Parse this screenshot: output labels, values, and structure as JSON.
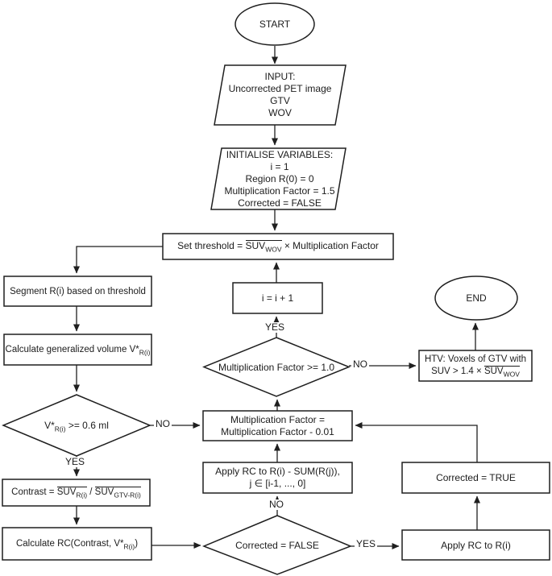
{
  "colors": {
    "stroke": "#1f1f1f",
    "background": "#ffffff",
    "text": "#1c1c1c"
  },
  "nodes": {
    "start": {
      "label": "START"
    },
    "input": {
      "lines": [
        "INPUT:",
        "Uncorrected PET image",
        "GTV",
        "WOV"
      ]
    },
    "initialise": {
      "lines": [
        "INITIALISE VARIABLES:",
        "i = 1",
        "Region R(0) = 0",
        "Multiplication Factor = 1.5",
        "Corrected = FALSE"
      ]
    },
    "set_threshold": {
      "prefix": "Set threshold = ",
      "suv": "SUV",
      "suv_sub": "WOV",
      "suffix": " × Multiplication Factor"
    },
    "segment": {
      "label": "Segment R(i) based on threshold"
    },
    "calc_volume": {
      "prefix": "Calculate generalized volume V*",
      "sub": "R(i)"
    },
    "volume_decision": {
      "prefix": "V*",
      "sub": "R(i)",
      "suffix": " >= 0.6 ml"
    },
    "contrast": {
      "prefix": "Contrast = ",
      "suv1": "SUV",
      "suv1_sub": "R(i)",
      "divider": " / ",
      "suv2": "SUV",
      "suv2_sub": "GTV-R(i)"
    },
    "calc_rc": {
      "prefix": "Calculate RC(Contrast, V*",
      "sub": "R(i)",
      "suffix": ")"
    },
    "corrected_decision": {
      "label": "Corrected = FALSE"
    },
    "apply_rc_sum": {
      "line1": "Apply RC to R(i) - SUM(R(j)),",
      "line2": "j ∈ [i-1, ..., 0]"
    },
    "mult_update": {
      "line1": "Multiplication Factor =",
      "line2": "Multiplication Factor - 0.01"
    },
    "mult_decision": {
      "label": "Multiplication Factor >= 1.0"
    },
    "increment": {
      "label": "i = i + 1"
    },
    "htv": {
      "line1": "HTV: Voxels of GTV with",
      "line2_prefix": "SUV > 1.4 × ",
      "suv": "SUV",
      "suv_sub": "WOV"
    },
    "end": {
      "label": "END"
    },
    "apply_rc": {
      "label": "Apply RC to R(i)"
    },
    "corrected_true": {
      "label": "Corrected = TRUE"
    }
  },
  "edge_labels": {
    "volume_yes": "YES",
    "volume_no": "NO",
    "corrected_yes": "YES",
    "corrected_no": "NO",
    "mult_yes": "YES",
    "mult_no": "NO"
  }
}
